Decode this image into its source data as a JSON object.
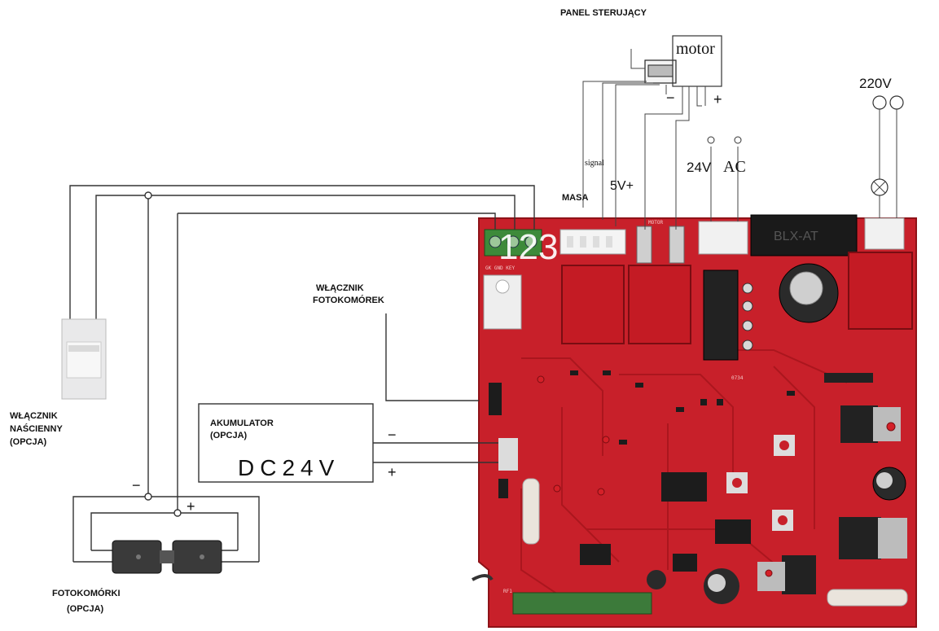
{
  "labels": {
    "panel": "PANEL STERUJĄCY",
    "motor": "motor",
    "signal": "signal",
    "masa": "MASA",
    "v5": "5V+",
    "v24": "24V",
    "ac": "AC",
    "v220": "220V",
    "fotosw_1": "WŁĄCZNIK",
    "fotosw_2": "FOTOKOMÓREK",
    "wall_1": "WŁĄCZNIK",
    "wall_2": "NAŚCIENNY",
    "wall_3": "(OPCJA)",
    "akum_1": "AKUMULATOR",
    "akum_2": "(OPCJA)",
    "dc24v": "DC24V",
    "foto_1": "FOTOKOMÓRKI",
    "foto_2": "(OPCJA)",
    "minus": "−",
    "plus": "+",
    "nums": "123",
    "board_term": "GK   GND   KEY",
    "board_motor": "MOTOR",
    "board_chip": "BLX-AT",
    "board_code": "0734",
    "board_rf": "RF1"
  },
  "colors": {
    "pcb": "#c8202a",
    "pcb_dark": "#9a1419",
    "relay": "#c41b24",
    "wire": "#333333"
  }
}
